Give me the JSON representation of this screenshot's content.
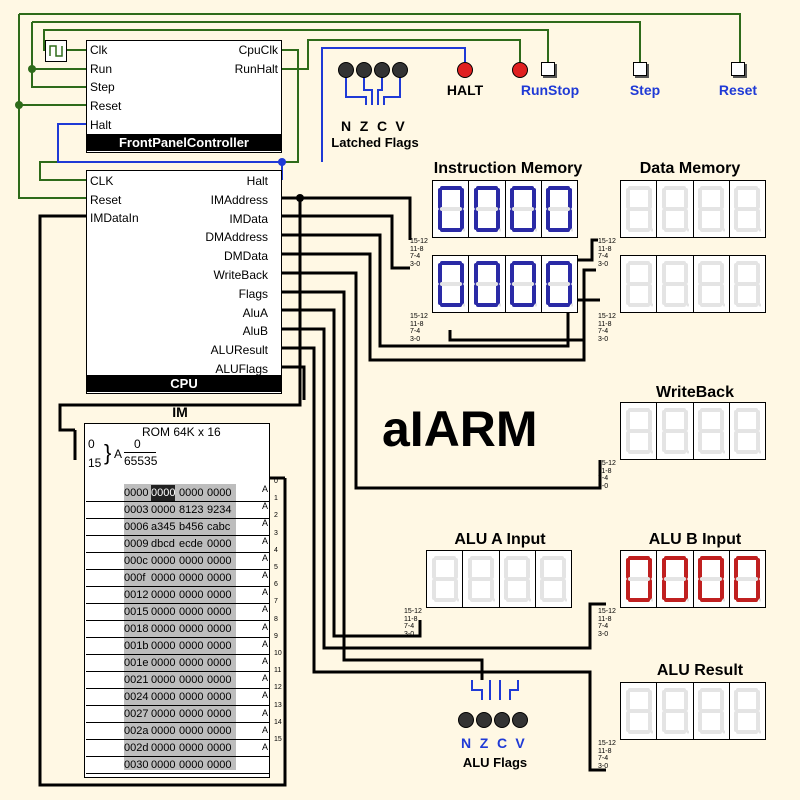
{
  "title": "aIARM",
  "frontpanel": {
    "name": "FrontPanelController",
    "inputs": [
      "Clk",
      "Run",
      "Step",
      "Reset",
      "Halt"
    ],
    "outputs": [
      "CpuClk",
      "RunHalt"
    ]
  },
  "cpu": {
    "name": "CPU",
    "inputs": [
      "CLK",
      "Reset",
      "IMDataIn"
    ],
    "outputs": [
      "Halt",
      "IMAddress",
      "IMData",
      "DMAddress",
      "DMData",
      "WriteBack",
      "Flags",
      "AluA",
      "AluB",
      "ALUResult",
      "ALUFlags"
    ]
  },
  "latched_flags": {
    "title": "Latched Flags",
    "letters": [
      "N",
      "Z",
      "C",
      "V"
    ]
  },
  "halt_label": "HALT",
  "buttons": {
    "runstop": "RunStop",
    "step": "Step",
    "reset": "Reset"
  },
  "instruction_memory": {
    "title": "Instruction Memory",
    "row1": "0000",
    "row2": "0000",
    "color": "#2a2aa6"
  },
  "data_memory": {
    "title": "Data Memory",
    "row1": "",
    "row2": ""
  },
  "writeback": {
    "title": "WriteBack",
    "value": ""
  },
  "alu_a": {
    "title": "ALU A Input",
    "value": ""
  },
  "alu_b": {
    "title": "ALU B Input",
    "value": "0000",
    "color": "#c02020"
  },
  "alu_result": {
    "title": "ALU Result",
    "value": ""
  },
  "alu_flags": {
    "title": "ALU Flags",
    "letters": [
      "N",
      "Z",
      "C",
      "V"
    ]
  },
  "bit_labels": [
    "15-12",
    "11-8",
    "7-4",
    "3-0"
  ],
  "im": {
    "name": "IM",
    "rom": "ROM 64K x 16",
    "a_label": "A",
    "range_low": "0",
    "range_high": "65535",
    "addr_low": "0",
    "addr_high": "15",
    "rows": [
      {
        "addr": "0000",
        "d": [
          "0000",
          "0000",
          "0000"
        ]
      },
      {
        "addr": "0003",
        "d": [
          "0000",
          "8123",
          "9234"
        ]
      },
      {
        "addr": "0006",
        "d": [
          "a345",
          "b456",
          "cabc"
        ]
      },
      {
        "addr": "0009",
        "d": [
          "dbcd",
          "ecde",
          "0000"
        ]
      },
      {
        "addr": "000c",
        "d": [
          "0000",
          "0000",
          "0000"
        ]
      },
      {
        "addr": "000f",
        "d": [
          "0000",
          "0000",
          "0000"
        ]
      },
      {
        "addr": "0012",
        "d": [
          "0000",
          "0000",
          "0000"
        ]
      },
      {
        "addr": "0015",
        "d": [
          "0000",
          "0000",
          "0000"
        ]
      },
      {
        "addr": "0018",
        "d": [
          "0000",
          "0000",
          "0000"
        ]
      },
      {
        "addr": "001b",
        "d": [
          "0000",
          "0000",
          "0000"
        ]
      },
      {
        "addr": "001e",
        "d": [
          "0000",
          "0000",
          "0000"
        ]
      },
      {
        "addr": "0021",
        "d": [
          "0000",
          "0000",
          "0000"
        ]
      },
      {
        "addr": "0024",
        "d": [
          "0000",
          "0000",
          "0000"
        ]
      },
      {
        "addr": "0027",
        "d": [
          "0000",
          "0000",
          "0000"
        ]
      },
      {
        "addr": "002a",
        "d": [
          "0000",
          "0000",
          "0000"
        ]
      },
      {
        "addr": "002d",
        "d": [
          "0000",
          "0000",
          "0000"
        ]
      },
      {
        "addr": "0030",
        "d": [
          "0000",
          "0000",
          "0000"
        ]
      }
    ],
    "port_letter": "A",
    "ports": [
      "0",
      "1",
      "2",
      "3",
      "4",
      "5",
      "6",
      "7",
      "8",
      "9",
      "10",
      "11",
      "12",
      "13",
      "14",
      "15"
    ]
  },
  "colors": {
    "wire_green": "#2e6b1a",
    "wire_black": "#000000",
    "wire_blue": "#1f3ad6",
    "led_red": "#e02020",
    "led_off": "#333333",
    "seg_off": "#e4e4e4"
  }
}
